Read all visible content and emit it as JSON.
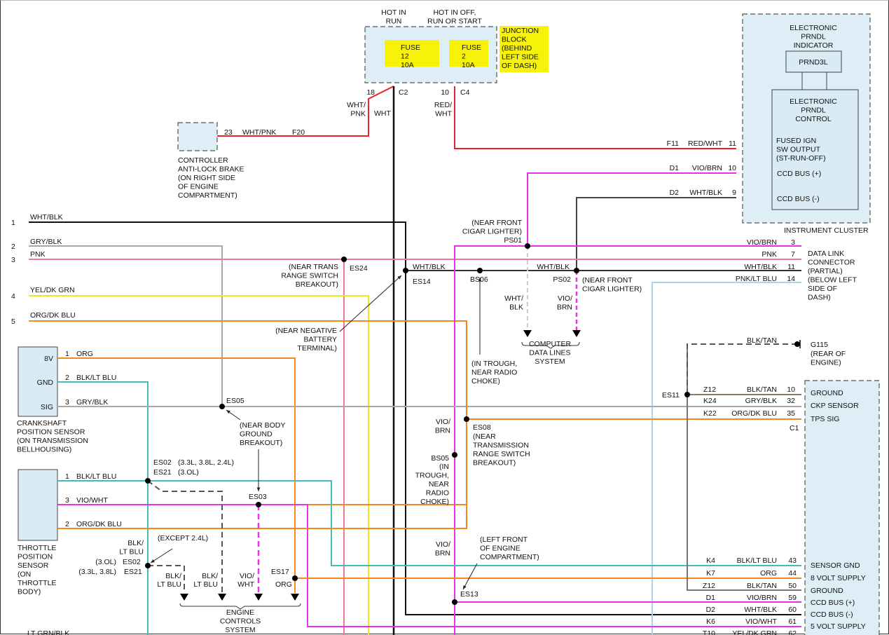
{
  "colors": {
    "red": "#e8232a",
    "black": "#111111",
    "pink": "#f07890",
    "violet": "#e832e8",
    "gray": "#a8a8a8",
    "yellow": "#e8ea20",
    "orange": "#f5891f",
    "teal": "#48b8b8",
    "brown": "#8a7a60",
    "highlight": "#f6f20a",
    "box_fill": "#d9ecf5"
  },
  "junction_block": {
    "hot_run": [
      "HOT IN",
      "RUN"
    ],
    "hot_all": [
      "HOT IN OFF,",
      "RUN OR START"
    ],
    "fuse12": [
      "FUSE",
      "12",
      "10A"
    ],
    "fuse2": [
      "FUSE",
      "2",
      "10A"
    ],
    "label": [
      "JUNCTION",
      "BLOCK",
      "(BEHIND",
      "LEFT SIDE",
      "OF DASH)"
    ],
    "c2_pin": "18",
    "c2": "C2",
    "c4_pin": "10",
    "c4": "C4",
    "wht_pnk": [
      "WHT/",
      "PNK"
    ],
    "wht": "WHT",
    "red_wht": [
      "RED/",
      "WHT"
    ]
  },
  "abs": {
    "pin": "23",
    "wire": "WHT/PNK",
    "circuit": "F20",
    "label": [
      "CONTROLLER",
      "ANTI-LOCK BRAKE",
      "(ON RIGHT SIDE",
      "OF ENGINE",
      "COMPARTMENT)"
    ]
  },
  "cluster": {
    "indicator": [
      "ELECTRONIC",
      "PRNDL",
      "INDICATOR"
    ],
    "prnd3l": "PRND3L",
    "control": [
      "ELECTRONIC",
      "PRNDL",
      "CONTROL"
    ],
    "fused": [
      "FUSED IGN",
      "SW OUTPUT",
      "(ST-RUN-OFF)"
    ],
    "ccd_plus": "CCD BUS (+)",
    "ccd_minus": "CCD BUS (-)",
    "label": "INSTRUMENT CLUSTER",
    "pins": [
      {
        "circuit": "F11",
        "wire": "RED/WHT",
        "pin": "11"
      },
      {
        "circuit": "D1",
        "wire": "VIO/BRN",
        "pin": "10"
      },
      {
        "circuit": "D2",
        "wire": "WHT/BLK",
        "pin": "9"
      }
    ]
  },
  "dlc": {
    "pins": [
      {
        "wire": "VIO/BRN",
        "pin": "3"
      },
      {
        "wire": "PNK",
        "pin": "7"
      },
      {
        "wire": "WHT/BLK",
        "pin": "11"
      },
      {
        "wire": "PNK/LT BLU",
        "pin": "14"
      }
    ],
    "label": [
      "DATA LINK",
      "CONNECTOR",
      "(PARTIAL)",
      "(BELOW LEFT",
      "SIDE OF",
      "DASH)"
    ]
  },
  "left_wires": [
    {
      "num": "1",
      "wire": "WHT/BLK"
    },
    {
      "num": "2",
      "wire": "GRY/BLK"
    },
    {
      "num": "3",
      "wire": "PNK"
    },
    {
      "num": "4",
      "wire": "YEL/DK GRN"
    },
    {
      "num": "5",
      "wire": "ORG/DK BLU"
    }
  ],
  "ckp": {
    "pins": [
      {
        "label": "8V",
        "num": "1",
        "wire": "ORG"
      },
      {
        "label": "GND",
        "num": "2",
        "wire": "BLK/LT BLU"
      },
      {
        "label": "SIG",
        "num": "3",
        "wire": "GRY/BLK"
      }
    ],
    "label": [
      "CRANKSHAFT",
      "POSITION SENSOR",
      "(ON TRANSMISSION",
      "BELLHOUSING)"
    ]
  },
  "tps": {
    "pins": [
      {
        "num": "1",
        "wire": "BLK/LT BLU"
      },
      {
        "num": "3",
        "wire": "VIO/WHT"
      },
      {
        "num": "2",
        "wire": "ORG/DK BLU"
      }
    ],
    "label": [
      "THROTTLE",
      "POSITION",
      "SENSOR",
      "(ON",
      "THROTTLE",
      "BODY)"
    ],
    "bottom_wire": "LT GRN/BLK"
  },
  "splices": {
    "es24": "ES24",
    "es24_note": [
      "(NEAR TRANS",
      "RANGE SWITCH",
      "BREAKOUT)"
    ],
    "es14": "ES14",
    "es14_wire": "WHT/BLK",
    "es14_note": [
      "(NEAR NEGATIVE",
      "BATTERY",
      "TERMINAL)"
    ],
    "bs06": "BS06",
    "bs06_note": [
      "(IN TROUGH,",
      "NEAR RADIO",
      "CHOKE)"
    ],
    "ps01": "PS01",
    "ps01_note": [
      "(NEAR FRONT",
      "CIGAR LIGHTER)"
    ],
    "ps02": "PS02",
    "ps02_wire": "WHT/BLK",
    "ps02_note": [
      "(NEAR FRONT",
      "CIGAR LIGHTER)"
    ],
    "cdl_wht_blk": [
      "WHT/",
      "BLK"
    ],
    "cdl_vio_brn": [
      "VIO/",
      "BRN"
    ],
    "cdl_label": [
      "COMPUTER",
      "DATA LINES",
      "SYSTEM"
    ],
    "es05": "ES05",
    "es05_note": [
      "(NEAR BODY",
      "GROUND",
      "BREAKOUT)"
    ],
    "es02a": "ES02",
    "es02a_eng": "(3.3L, 3.8L, 2.4L)",
    "es21a": "ES21",
    "es21a_eng": "(3.OL)",
    "es03": "ES03",
    "es02b": "ES02",
    "es02b_eng": "(3.OL)",
    "es21b": "ES21",
    "es21b_eng": "(3.3L, 3.8L)",
    "except": "(EXCEPT 2.4L)",
    "blk_lt_blu_v": [
      "BLK/",
      "LT BLU"
    ],
    "ecs_wires": [
      [
        "BLK/",
        "LT BLU"
      ],
      [
        "BLK/",
        "LT BLU"
      ],
      [
        "VIO/",
        "WHT"
      ]
    ],
    "es17": "ES17",
    "es17_wire": "ORG",
    "ecs_label": [
      "ENGINE",
      "CONTROLS",
      "SYSTEM"
    ],
    "es08": "ES08",
    "es08_note": [
      "(NEAR",
      "TRANSMISSION",
      "RANGE SWITCH",
      "BREAKOUT)"
    ],
    "vio_brn_1": [
      "VIO/",
      "BRN"
    ],
    "bs05": "BS05",
    "bs05_note": [
      "(IN",
      "TROUGH,",
      "NEAR",
      "RADIO",
      "CHOKE)"
    ],
    "vio_brn_2": [
      "VIO/",
      "BRN"
    ],
    "es13": "ES13",
    "es13_note": [
      "(LEFT FRONT",
      "OF ENGINE",
      "COMPARTMENT)"
    ],
    "es11": "ES11"
  },
  "ground": {
    "wire": "BLK/TAN",
    "id": "G115",
    "note": [
      "(REAR OF",
      "ENGINE)"
    ]
  },
  "pcm": {
    "top_pins": [
      {
        "circuit": "Z12",
        "wire": "BLK/TAN",
        "pin": "10",
        "label": "GROUND"
      },
      {
        "circuit": "K24",
        "wire": "GRY/BLK",
        "pin": "32",
        "label": "CKP SENSOR"
      },
      {
        "circuit": "K22",
        "wire": "ORG/DK BLU",
        "pin": "35",
        "label": "TPS SIG"
      }
    ],
    "connector": "C1",
    "bottom_pins": [
      {
        "circuit": "K4",
        "wire": "BLK/LT BLU",
        "pin": "43",
        "label": "SENSOR GND"
      },
      {
        "circuit": "K7",
        "wire": "ORG",
        "pin": "44",
        "label": "8 VOLT SUPPLY"
      },
      {
        "circuit": "Z12",
        "wire": "BLK/TAN",
        "pin": "50",
        "label": "GROUND"
      },
      {
        "circuit": "D1",
        "wire": "VIO/BRN",
        "pin": "59",
        "label": "CCD BUS (+)"
      },
      {
        "circuit": "D2",
        "wire": "WHT/BLK",
        "pin": "60",
        "label": "CCD BUS (-)"
      },
      {
        "circuit": "K6",
        "wire": "VIO/WHT",
        "pin": "61",
        "label": "5 VOLT SUPPLY"
      },
      {
        "circuit": "T10",
        "wire": "YEL/DK GRN",
        "pin": "62",
        "label": ""
      }
    ]
  }
}
